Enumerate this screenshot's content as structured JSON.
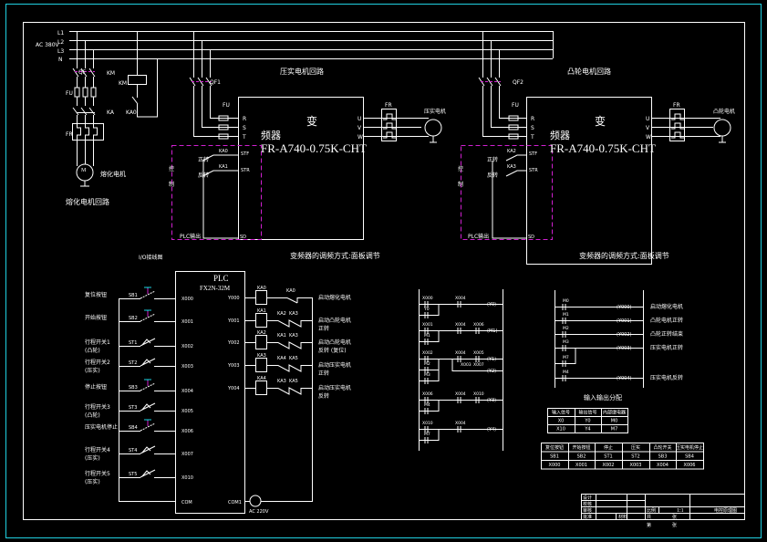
{
  "drawing": {
    "supply": {
      "label": "AC 380V",
      "phases": [
        "L1",
        "L2",
        "L3",
        "N"
      ]
    },
    "motor_circuit_left": {
      "title": "压实电机回路",
      "breaker": "QF1",
      "fuse": "FU",
      "vfd_terminals_in": [
        "R",
        "S",
        "T"
      ],
      "vfd_terminals_out": [
        "U",
        "V",
        "W"
      ],
      "vfd_title_1": "变",
      "vfd_title_2": "频器",
      "vfd_model": "FR-A740-0.75K-CHT",
      "vfd_note": "变频器的调频方式:面板调节",
      "thermal": "FR",
      "motor_label": "压实电机",
      "ctrl_contacts": [
        "KA0",
        "KA1"
      ],
      "ctrl_labels": [
        "正转",
        "反转"
      ],
      "ctrl_terminals": [
        "STF",
        "STR",
        "SD"
      ],
      "box_side": [
        "控",
        "制"
      ],
      "box_label": "PLC输出"
    },
    "motor_circuit_right": {
      "title": "凸轮电机回路",
      "breaker": "QF2",
      "fuse": "FU",
      "vfd_terminals_in": [
        "R",
        "S",
        "T"
      ],
      "vfd_terminals_out": [
        "U",
        "V",
        "W"
      ],
      "vfd_title_1": "变",
      "vfd_title_2": "频器",
      "vfd_model": "FR-A740-0.75K-CHT",
      "vfd_note": "变频器的调频方式:面板调节",
      "thermal": "FR",
      "motor_label": "凸轮电机",
      "ctrl_contacts": [
        "KA2",
        "KA3"
      ],
      "ctrl_labels": [
        "正转",
        "反转"
      ],
      "ctrl_terminals": [
        "STF",
        "STR",
        "SD"
      ],
      "box_side": [
        "控",
        "制"
      ],
      "box_label": "PLC输出"
    },
    "heater_circuit": {
      "breaker": "QF",
      "contactor": "KM",
      "fuse": "FU",
      "relay": "FR",
      "km_coil": "KM",
      "km_contact": "KA0",
      "ka": "KA",
      "motor_label": "熔化电机",
      "title": "熔化电机回路"
    },
    "plc": {
      "io_title": "I/O接线图",
      "title": "PLC",
      "model": "FX2N-32M",
      "inputs": [
        {
          "label": "复位按钮",
          "tag": "SB1",
          "port": "X000",
          "type": "button"
        },
        {
          "label": "开始按钮",
          "tag": "SB2",
          "port": "X001",
          "type": "button"
        },
        {
          "label": "行程开关1 (凸轮)",
          "tag": "ST1",
          "port": "X002",
          "type": "limit"
        },
        {
          "label": "行程开关2 (压实)",
          "tag": "ST2",
          "port": "X003",
          "type": "limit"
        },
        {
          "label": "停止按钮",
          "tag": "SB3",
          "port": "X004",
          "type": "button"
        },
        {
          "label": "行程开关3 (凸轮)",
          "tag": "ST3",
          "port": "X005",
          "type": "limit"
        },
        {
          "label": "压实电机停止",
          "tag": "SB4",
          "port": "X006",
          "type": "button"
        },
        {
          "label": "行程开关4 (压实)",
          "tag": "ST4",
          "port": "X007",
          "type": "limit"
        },
        {
          "label": "行程开关5 (压实)",
          "tag": "ST5",
          "port": "X010",
          "type": "limit"
        }
      ],
      "com_in": "COM",
      "com_out": "COM1",
      "supply": "AC 220V",
      "outputs": [
        {
          "port": "Y000",
          "coil": "KA0",
          "contacts": [
            "KA0"
          ],
          "desc": "启动熔化电机"
        },
        {
          "port": "Y001",
          "coil": "KA1",
          "contacts": [
            "KA2",
            "KA3"
          ],
          "desc": "启动凸轮电机正转"
        },
        {
          "port": "Y002",
          "coil": "KA2",
          "contacts": [
            "KA1",
            "KA3"
          ],
          "desc": "启动凸轮电机反转 (复位)"
        },
        {
          "port": "Y003",
          "coil": "KA3",
          "contacts": [
            "KA4",
            "KA5"
          ],
          "desc": "启动压实电机正转"
        },
        {
          "port": "Y004",
          "coil": "KA4",
          "contacts": [
            "KA3",
            "KA5"
          ],
          "desc": "启动压实电机反转"
        }
      ]
    },
    "ladder_left": {
      "rungs": [
        {
          "contacts": [
            "X000",
            "X004"
          ],
          "branch": [
            "Y0"
          ],
          "coil": "Y0"
        },
        {
          "contacts": [
            "X001",
            "X004",
            "X006"
          ],
          "branch": [
            "M1"
          ],
          "coil": "M1"
        },
        {
          "contacts": [
            "X002",
            "X004",
            "X005"
          ],
          "branch": [
            "M2",
            "M3"
          ],
          "coil": "Y1",
          "sub": {
            "contacts": [
              "X003",
              "X007"
            ],
            "coil": "Y2"
          }
        },
        {
          "contacts": [
            "X006",
            "X004",
            "X010"
          ],
          "branch": [
            "M4"
          ],
          "coil": "Y3"
        },
        {
          "contacts": [
            "X010",
            "X004"
          ],
          "branch": [
            "M7"
          ],
          "coil": "Y4"
        }
      ]
    },
    "ladder_right": {
      "rungs": [
        {
          "contact": "M0",
          "coil": "Y000",
          "desc": "启动熔化电机"
        },
        {
          "contact": "M1",
          "coil": "Y001",
          "desc": "凸轮电机正转"
        },
        {
          "contact": "M2",
          "coil": "Y002",
          "desc": "凸轮正转结束"
        },
        {
          "contact": "M3",
          "branch": "M7",
          "coil": "Y003",
          "desc": "压实电机正转"
        },
        {
          "contact": "M4",
          "coil": "Y004",
          "desc": "压实电机反转"
        }
      ]
    },
    "io_table": {
      "title": "输入输出分配",
      "rows": [
        [
          "输入信号",
          "输出信号",
          "内部继电器"
        ],
        [
          "X0",
          "Y0",
          "M0"
        ],
        [
          "X10",
          "Y4",
          "M7"
        ]
      ]
    },
    "io_table2": {
      "rows": [
        [
          "复位按钮",
          "开始按钮",
          "停止",
          "压实",
          "凸轮开关",
          "压实电机停止"
        ],
        [
          "SB1",
          "SB2",
          "ST1",
          "ST2",
          "SB3",
          "SB4"
        ],
        [
          "X000",
          "X001",
          "X002",
          "X003",
          "X004",
          "X006"
        ]
      ]
    },
    "title_block": {
      "row_labels": [
        "设计",
        "校核",
        "审核",
        "批准"
      ],
      "scale_label": "比例",
      "scale": "1:1",
      "drawing_name": "电控原理图",
      "sheet_label": "共",
      "sheet_of": "张",
      "page_label": "第",
      "page_of": "张",
      "material_label": "材料"
    }
  }
}
